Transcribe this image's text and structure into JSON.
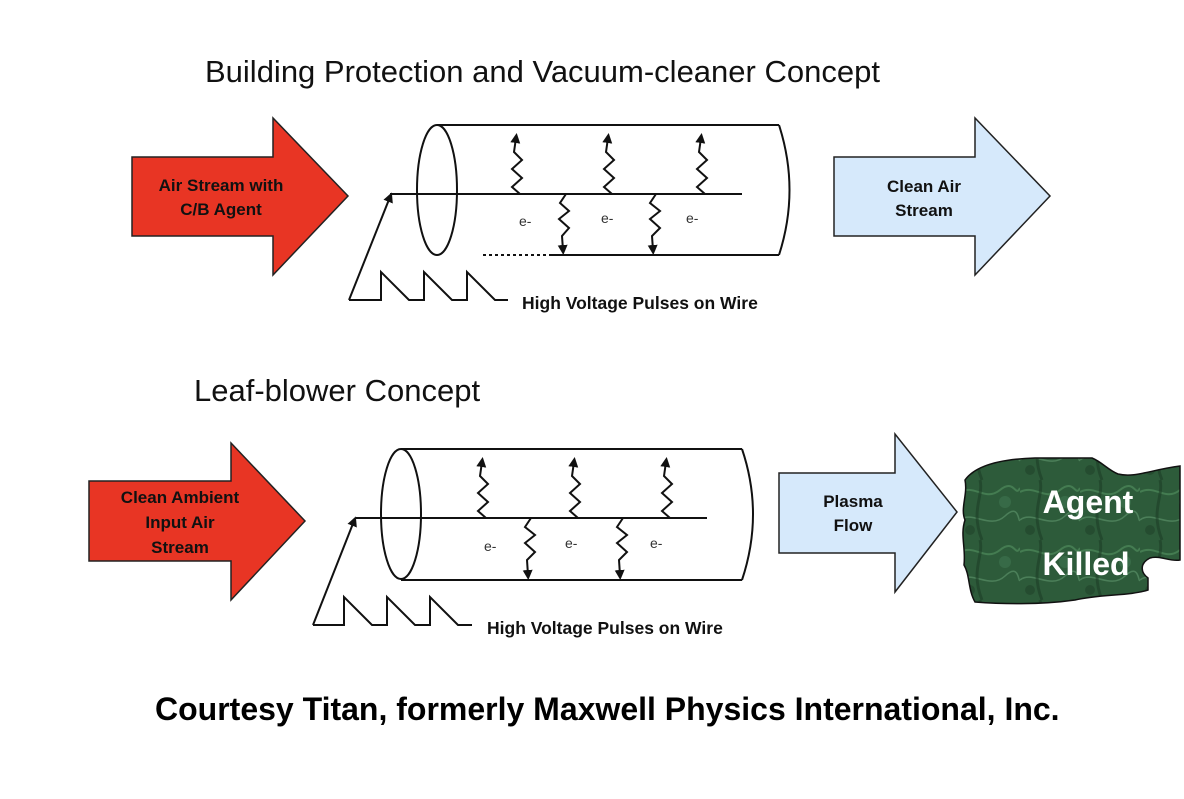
{
  "colors": {
    "input_arrow": "#e83524",
    "output_arrow": "#d6e9fb",
    "agent_blob": "#2c5a38",
    "line": "#111111"
  },
  "section1": {
    "title": "Building Protection and Vacuum-cleaner Concept",
    "input_arrow": {
      "lines": [
        "Air Stream with",
        "C/B Agent"
      ]
    },
    "output_arrow": {
      "lines": [
        "Clean Air",
        "Stream"
      ]
    },
    "electron_labels": [
      "e-",
      "e-",
      "e-"
    ],
    "pulse_label": "High Voltage Pulses on Wire"
  },
  "section2": {
    "title": "Leaf-blower Concept",
    "input_arrow": {
      "lines": [
        "Clean Ambient",
        "Input Air",
        "Stream"
      ]
    },
    "output_arrow": {
      "lines": [
        "Plasma",
        "Flow"
      ]
    },
    "result": {
      "lines": [
        "Agent",
        "Killed"
      ]
    },
    "electron_labels": [
      "e-",
      "e-",
      "e-"
    ],
    "pulse_label": "High Voltage Pulses on Wire"
  },
  "credit": "Courtesy Titan, formerly Maxwell Physics International, Inc."
}
